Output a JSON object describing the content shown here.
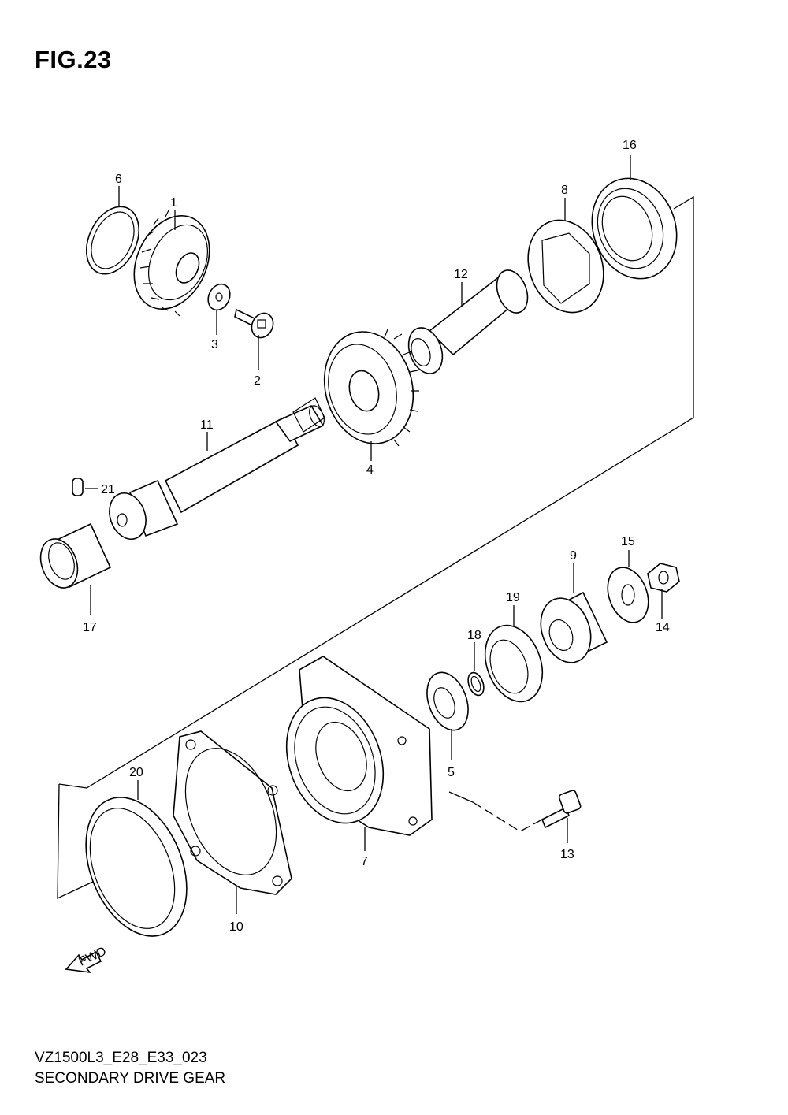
{
  "figure": {
    "title": "FIG.23"
  },
  "footer": {
    "code": "VZ1500L3_E28_E33_023",
    "caption": "SECONDARY DRIVE GEAR"
  },
  "arrow": {
    "label": "FWD"
  },
  "callouts": [
    "1",
    "2",
    "3",
    "4",
    "5",
    "6",
    "7",
    "8",
    "9",
    "10",
    "11",
    "12",
    "13",
    "14",
    "15",
    "16",
    "17",
    "18",
    "19",
    "20",
    "21"
  ]
}
